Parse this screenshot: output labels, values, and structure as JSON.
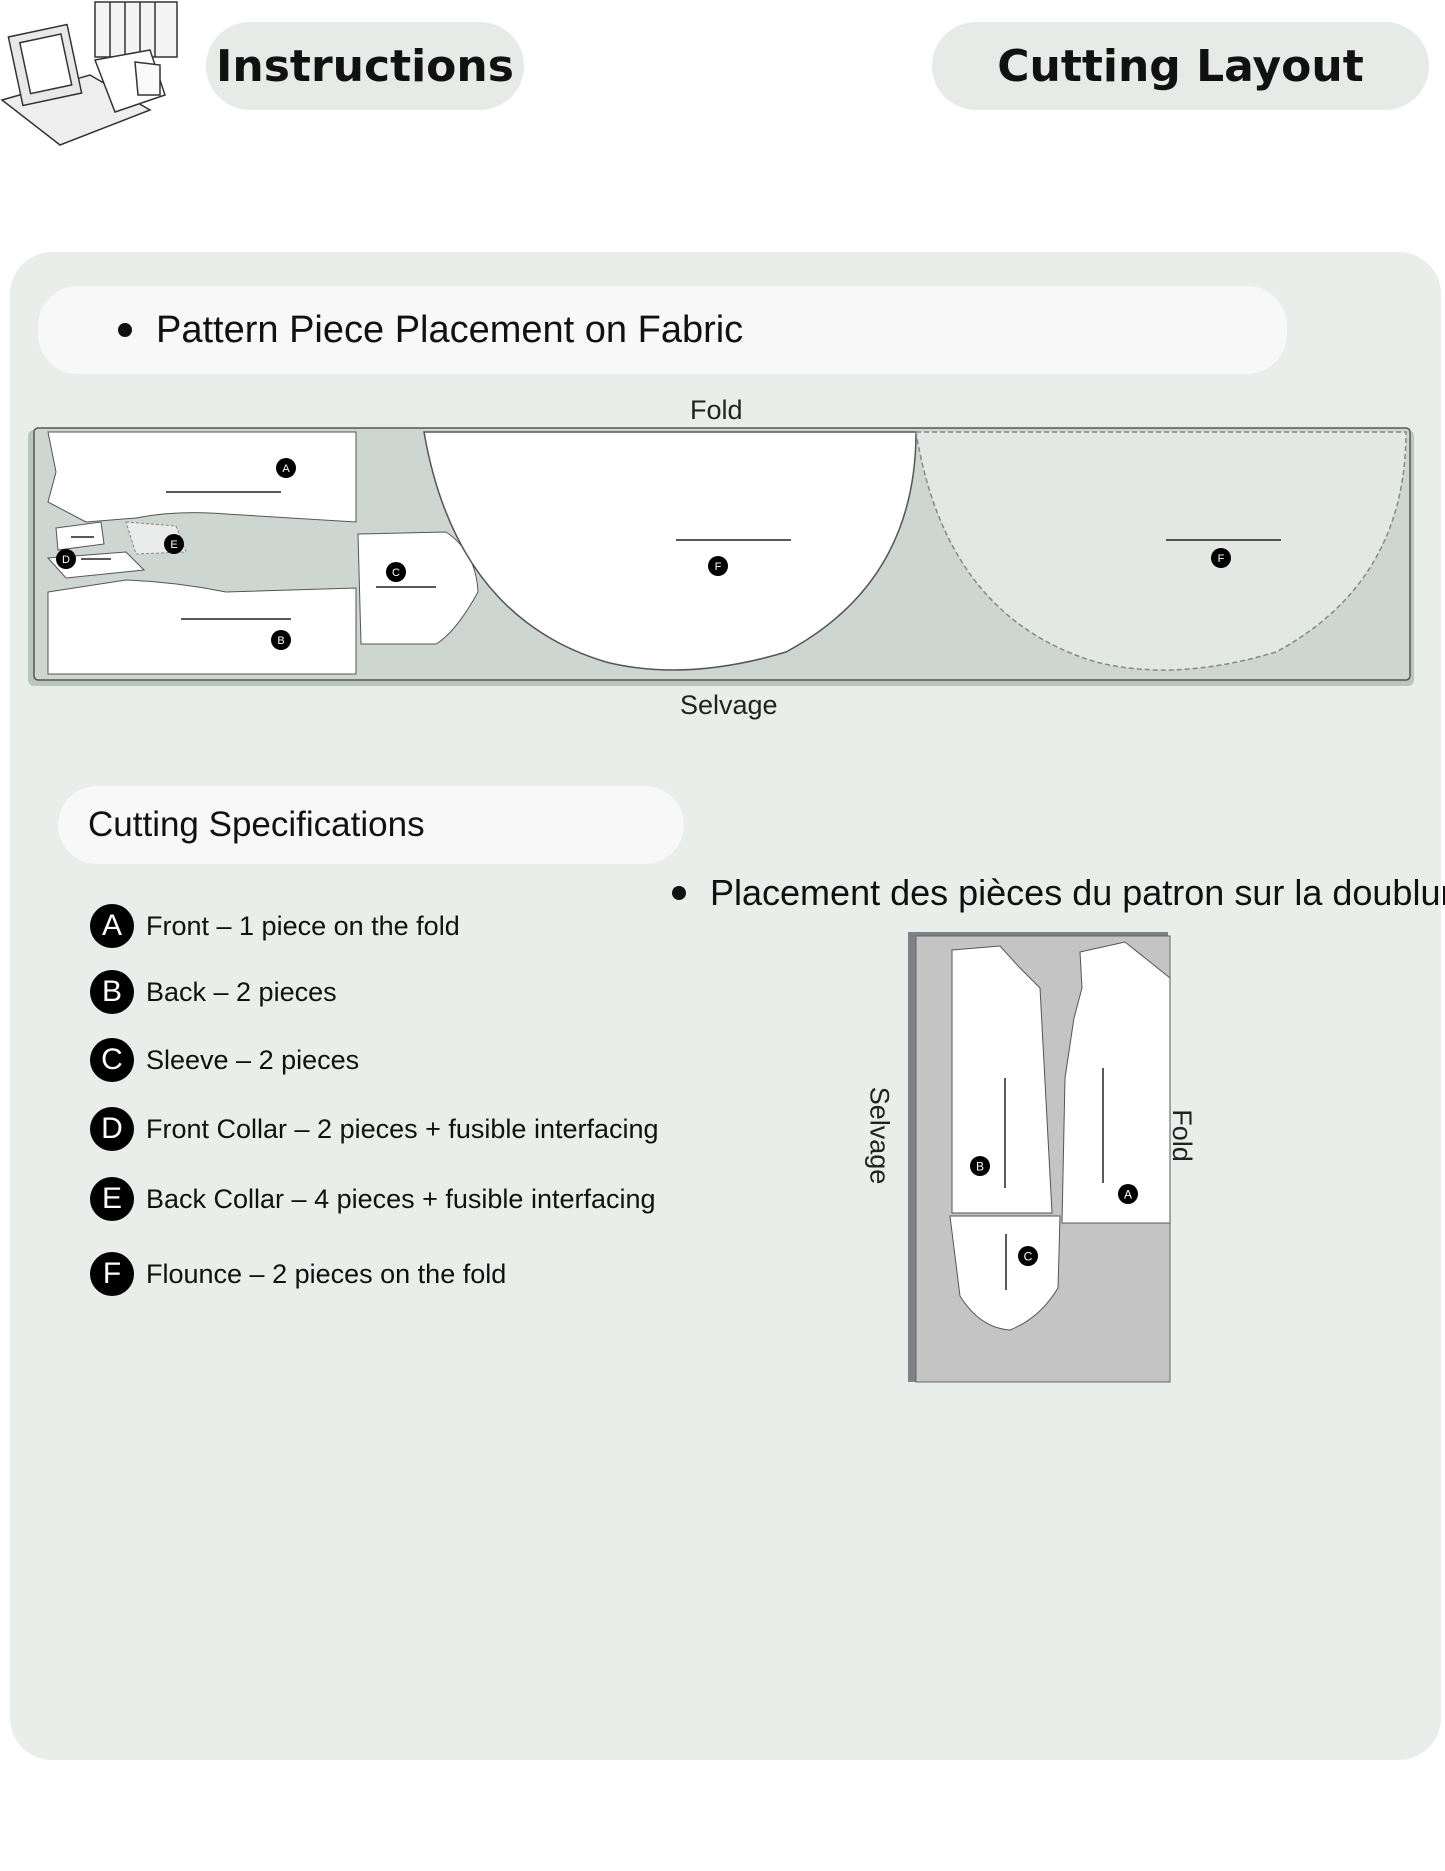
{
  "header": {
    "instructions_label": "Instructions",
    "cutting_layout_label": "Cutting Layout"
  },
  "section_fabric": {
    "title": "Pattern Piece Placement on Fabric",
    "fold_label": "Fold",
    "selvage_label": "Selvage"
  },
  "cutting_specs": {
    "title": "Cutting Specifications",
    "items": [
      {
        "letter": "A",
        "text": "Front – 1 piece on the fold"
      },
      {
        "letter": "B",
        "text": "Back – 2 pieces"
      },
      {
        "letter": "C",
        "text": "Sleeve – 2 pieces"
      },
      {
        "letter": "D",
        "text": "Front Collar – 2 pieces + fusible interfacing"
      },
      {
        "letter": "E",
        "text": "Back Collar – 4 pieces + fusible interfacing"
      },
      {
        "letter": "F",
        "text": "Flounce – 2 pieces on the fold"
      }
    ]
  },
  "section_lining": {
    "title": "Placement des pièces du patron sur la doublure",
    "selvage_label": "Selvage",
    "fold_label": "Fold"
  },
  "piece_markers": {
    "fabric": [
      "A",
      "E",
      "D",
      "C",
      "B",
      "F",
      "F"
    ],
    "lining": [
      "B",
      "A",
      "C"
    ]
  },
  "colors": {
    "pill_bg": "#e6ebe7",
    "panel_bg": "#e9eeea",
    "fabric": "#cdd6d0",
    "lining": "#c4c4c4"
  }
}
